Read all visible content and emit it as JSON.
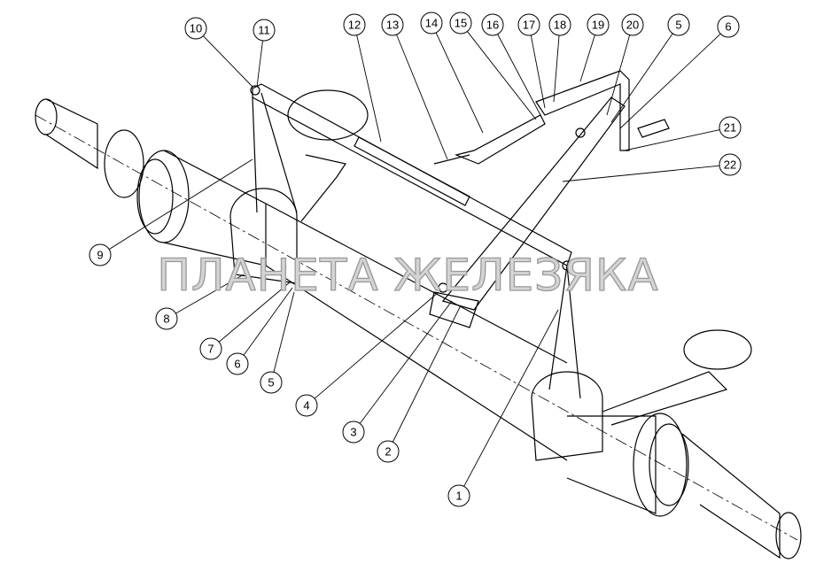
{
  "watermark": "ПЛАНЕТА ЖЕЛЕЗЯКА",
  "callouts": [
    "10",
    "11",
    "12",
    "13",
    "14",
    "15",
    "16",
    "17",
    "18",
    "19",
    "20",
    "5",
    "6",
    "21",
    "22",
    "9",
    "8",
    "7",
    "6",
    "5",
    "4",
    "3",
    "2",
    "1"
  ]
}
